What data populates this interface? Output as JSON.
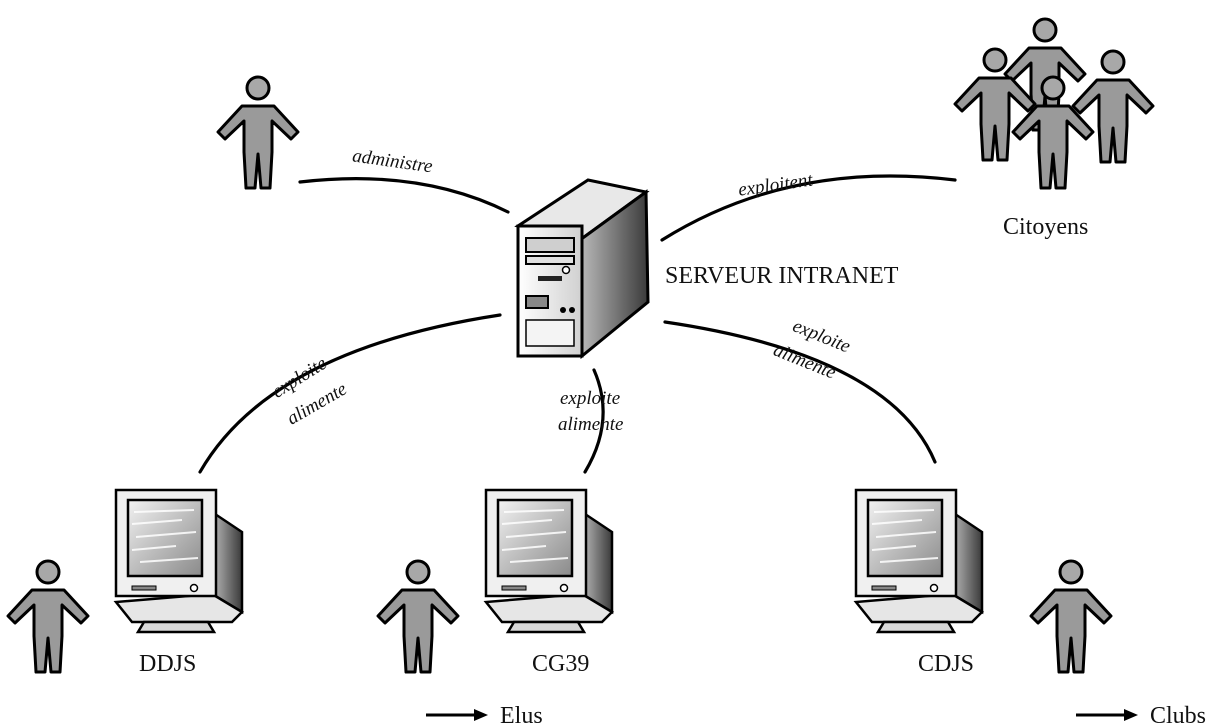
{
  "server": {
    "label": "SERVEUR INTRANET"
  },
  "edges": {
    "admin": {
      "label": "administre"
    },
    "citoyens": {
      "label": "exploitent"
    },
    "ddjs": {
      "label1": "exploite",
      "label2": "alimente"
    },
    "cg39": {
      "label1": "exploite",
      "label2": "alimente"
    },
    "cdjs": {
      "label1": "exploite",
      "label2": "alimente"
    }
  },
  "nodes": {
    "citoyens": {
      "label": "Citoyens"
    },
    "ddjs": {
      "label": "DDJS"
    },
    "cg39": {
      "label": "CG39"
    },
    "cdjs": {
      "label": "CDJS"
    }
  },
  "legend": {
    "elus": {
      "label": "Elus"
    },
    "clubs": {
      "label": "Clubs"
    }
  },
  "icons": [
    "server-icon",
    "monitor-icon",
    "person-icon",
    "people-group-icon",
    "arrow-right-icon"
  ]
}
